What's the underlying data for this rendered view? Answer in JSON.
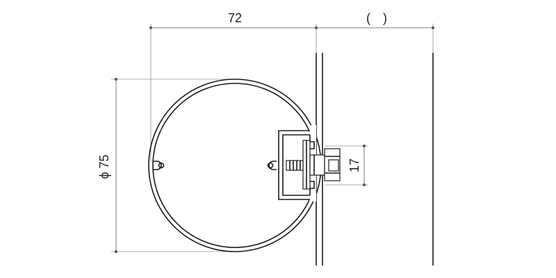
{
  "dimensions": {
    "width_label": "72",
    "open_label": "(　)",
    "diameter_label": "ϕ 75",
    "bolt_label": "17"
  },
  "colors": {
    "line": "#1a1a1a",
    "dimension": "#555555"
  }
}
